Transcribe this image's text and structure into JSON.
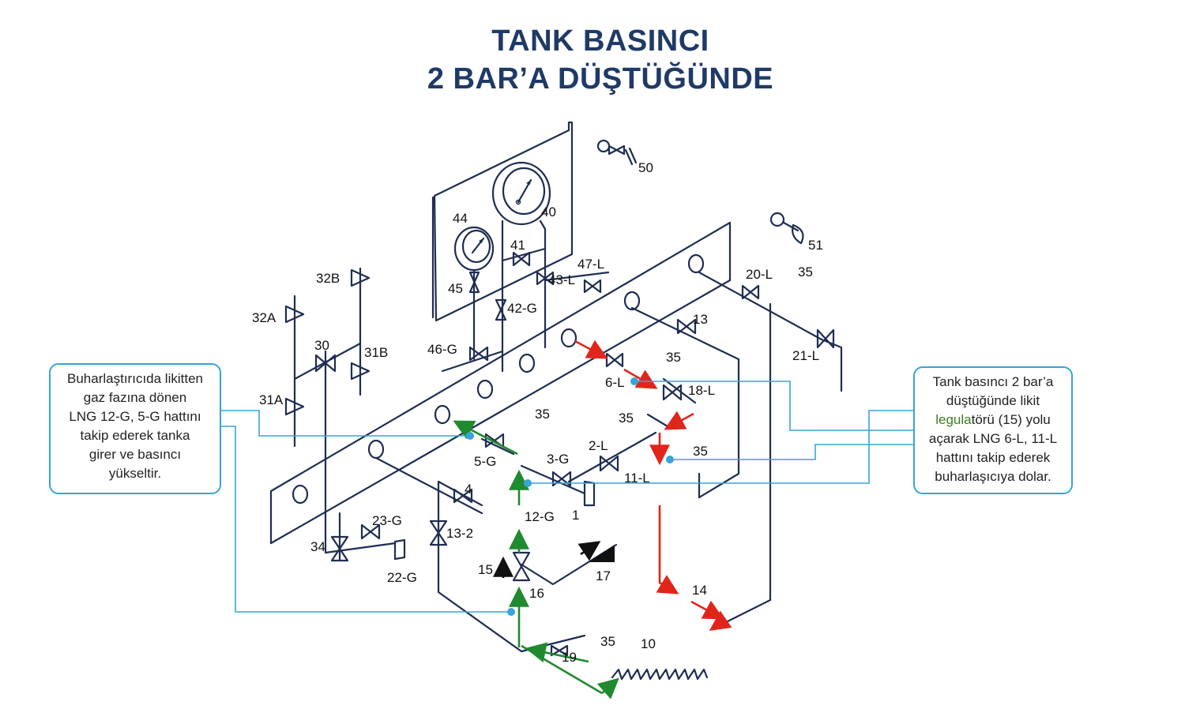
{
  "title": {
    "line1": "TANK BASINCI",
    "line2": "2 BAR’A DÜŞTÜĞÜNDE"
  },
  "callouts": {
    "left": {
      "lines": [
        "Buharlaştırıcıda likitten",
        "gaz fazına dönen",
        "LNG 12-G, 5-G hattını",
        "takip ederek tanka",
        "girer ve basıncı",
        "yükseltir."
      ]
    },
    "right": {
      "line1": "Tank basıncı 2 bar’a",
      "line2": "düştüğünde likit",
      "line3_highlight": "legula",
      "line3_rest": "törü (15) yolu",
      "line4": "açarak LNG 6-L, 11-L",
      "line5": "hattını takip ederek",
      "line6": "buharlaşıcıya dolar."
    }
  },
  "labels": {
    "l50": "50",
    "l51": "51",
    "l44": "44",
    "l40": "40",
    "l41": "41",
    "l45": "45",
    "l47L": "47-L",
    "l43L": "43-L",
    "l42G": "42-G",
    "l32B": "32B",
    "l32A": "32A",
    "l30": "30",
    "l31B": "31B",
    "l31A": "31A",
    "l46G": "46-G",
    "l20L": "20-L",
    "l35a": "35",
    "l13": "13",
    "l21L": "21-L",
    "l35b": "35",
    "l6L": "6-L",
    "l18L": "18-L",
    "l35c": "35",
    "l2L": "2-L",
    "l35d": "35",
    "l3G": "3-G",
    "l35e": "35",
    "l5G": "5-G",
    "l11L": "11-L",
    "l4": "4",
    "l1": "1",
    "l12G": "12-G",
    "l23G": "23-G",
    "l13_2": "13-2",
    "l34": "34",
    "l22G": "22-G",
    "l15": "15",
    "l16": "16",
    "l17": "17",
    "l14": "14",
    "l35f": "35",
    "l10": "10",
    "l19": "19"
  },
  "colors": {
    "line": "#1f2d52",
    "title": "#1f3a66",
    "liquid_path": "#e0261b",
    "gas_path": "#1f8a2e",
    "callout": "#3aa3d8"
  }
}
